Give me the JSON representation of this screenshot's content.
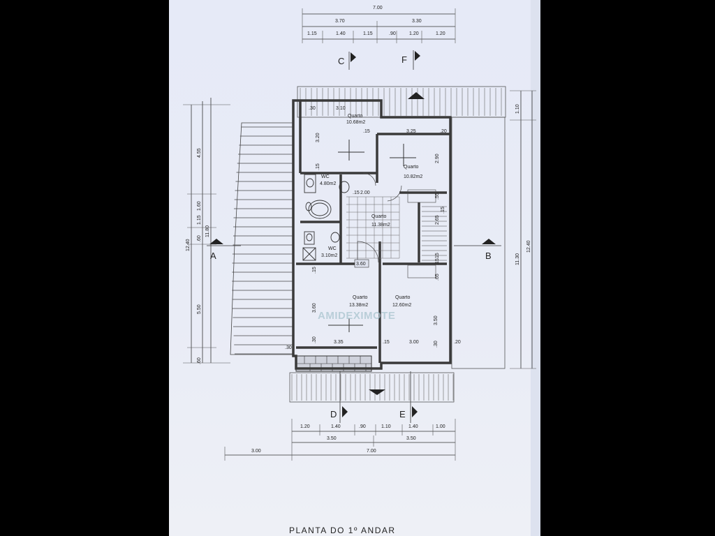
{
  "drawing": {
    "title": "PLANTA DO 1º ANDAR",
    "watermark": "AMIDEXIMOTE"
  },
  "dims_top": {
    "total": "7.00",
    "row2": [
      "3.70",
      "3.30"
    ],
    "row3": [
      "1.15",
      "1.40",
      "1.15",
      ".90",
      "1.20",
      "1.20"
    ]
  },
  "dims_bottom": {
    "row1": [
      "1.20",
      "1.40",
      ".90",
      "1.10",
      "1.40",
      "1.00"
    ],
    "row2": [
      "3.50",
      "3.50"
    ],
    "row3": [
      "3.00",
      "7.00"
    ]
  },
  "dims_left": [
    "4.55",
    "1.60",
    "1.15",
    "11.80",
    ".60",
    "12.40",
    "5.50",
    ".60"
  ],
  "dims_right": [
    "1.10",
    "11.30",
    "12.40"
  ],
  "sections": {
    "a": "A",
    "b": "B",
    "c": "C",
    "d": "D",
    "e": "E",
    "f": "F"
  },
  "rooms": [
    {
      "name": "Quarto",
      "area": "10.68m2"
    },
    {
      "name": "Quarto",
      "area": "10.82m2"
    },
    {
      "name": "Quarto",
      "area": "11.38m2"
    },
    {
      "name": "Quarto",
      "area": "13.38m2"
    },
    {
      "name": "Quarto",
      "area": "12.60m2"
    },
    {
      "name": "WC",
      "area": "4.80m2"
    },
    {
      "name": "WC",
      "area": "3.10m2"
    }
  ],
  "inner_dims": [
    ".30",
    "3.10",
    "3.20",
    ".15",
    "3.25",
    ".20",
    "2.90",
    ".15",
    ".15",
    "2.00",
    ".55",
    "2.65",
    ".15",
    ".15",
    "3.60",
    "3.60",
    ".15",
    ".65",
    ".15",
    "3.50",
    ".30",
    "3.35",
    ".15",
    "3.00",
    ".30",
    ".20",
    ".30"
  ]
}
